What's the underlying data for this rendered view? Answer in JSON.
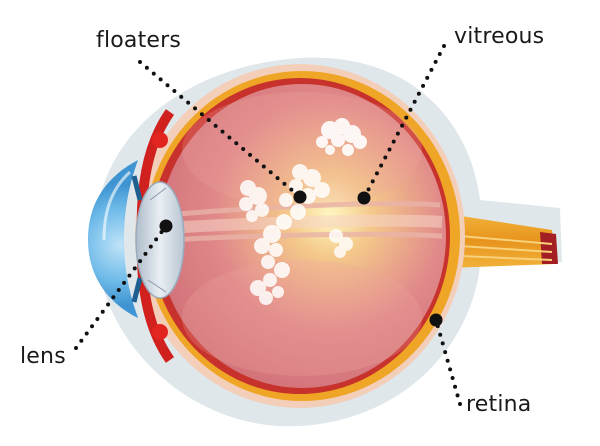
{
  "labels": {
    "floaters": "floaters",
    "vitreous": "vitreous",
    "lens": "lens",
    "retina": "retina"
  },
  "colors": {
    "sclera_halo": "#dde6ea",
    "sclera": "#f3d0bc",
    "choroid": "#c9342d",
    "retina_band": "#f0a623",
    "vitreous_body": "#d98082",
    "vitreous_glow": "#fff6b8",
    "cornea": "#5db1e6",
    "lens": "#cfd9e4",
    "floaters": "#ffffff",
    "leader": "#111111"
  }
}
